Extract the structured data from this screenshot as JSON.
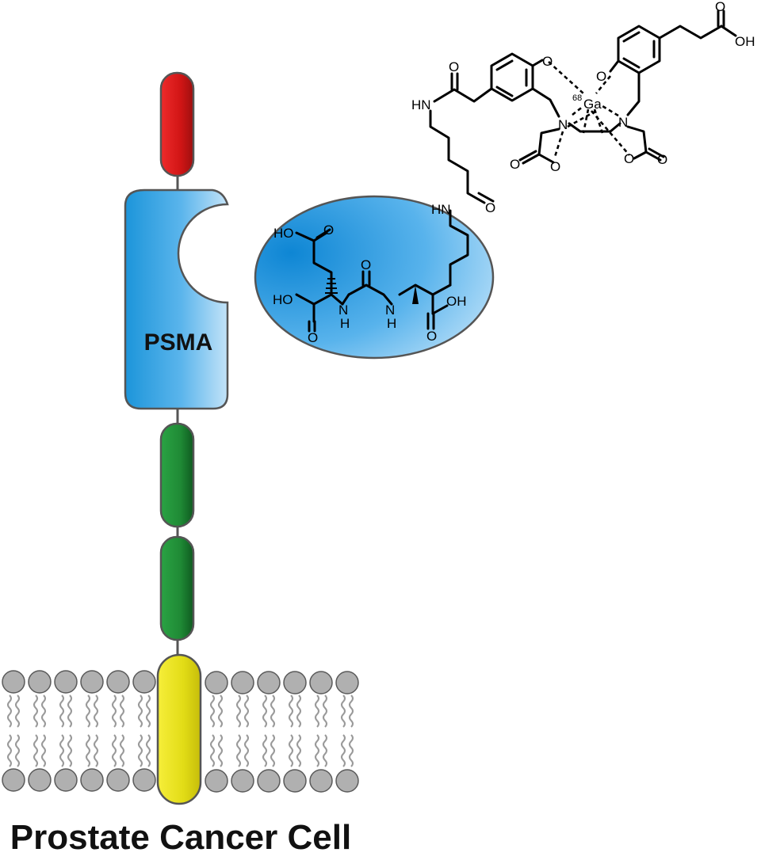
{
  "protein": {
    "name": "PSMA"
  },
  "caption": "Prostate Cancer Cell",
  "ligand": {
    "atoms": {
      "o_keto_top": "O",
      "hn_amide1": "HN",
      "o_phenolate_left": "O",
      "o_phenolate_right": "O",
      "metal_mass": "68",
      "metal": "Ga",
      "n_left": "N",
      "n_right": "N",
      "o_carbonyl_left": "O",
      "o_ring_left": "O",
      "o_ring_right": "O",
      "o_carbonyl_right": "O",
      "o_acid_top": "O",
      "oh_acid_top": "OH",
      "hn_amide2": "HN",
      "o_amide2": "O",
      "ho_glu": "HO",
      "o_glu": "O",
      "o_urea": "O",
      "ho_acid_left": "HO",
      "nh_left": "N",
      "h_left": "H",
      "nh_right": "N",
      "h_right": "H",
      "oh_acid_right": "OH",
      "o_acid_left": "O",
      "o_acid_right": "O"
    }
  },
  "colors": {
    "red_domain": "#d31c1c",
    "psma_blue": "#2a9fe0",
    "green_domain": "#1f8a35",
    "yellow_tm": "#e8e020",
    "lipid_head": "#b0b0b0",
    "ligand_blue": "#1a90d8"
  }
}
